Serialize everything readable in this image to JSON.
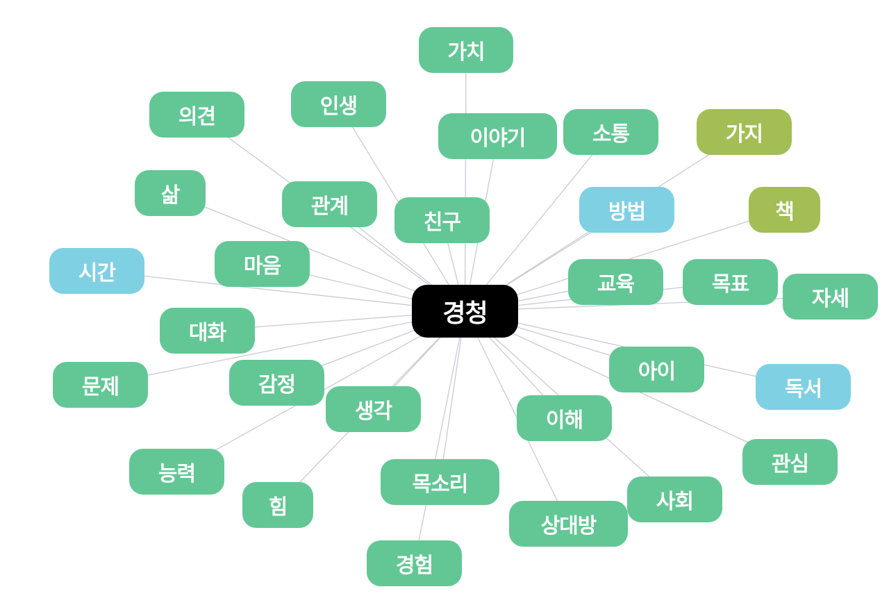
{
  "colors": {
    "center": "#000000",
    "green": "#62c795",
    "olive": "#a2be54",
    "blue": "#7fd0e3",
    "link": "#c9c9d6"
  },
  "center": {
    "id": "center",
    "label": "경청",
    "color": "center"
  },
  "nodes": [
    {
      "id": "n1",
      "label": "가치",
      "color": "green"
    },
    {
      "id": "n2",
      "label": "의견",
      "color": "green"
    },
    {
      "id": "n3",
      "label": "인생",
      "color": "green"
    },
    {
      "id": "n4",
      "label": "이야기",
      "color": "green"
    },
    {
      "id": "n5",
      "label": "소통",
      "color": "green"
    },
    {
      "id": "n6",
      "label": "가지",
      "color": "olive"
    },
    {
      "id": "n7",
      "label": "삶",
      "color": "green"
    },
    {
      "id": "n8",
      "label": "관계",
      "color": "green"
    },
    {
      "id": "n9",
      "label": "친구",
      "color": "green"
    },
    {
      "id": "n10",
      "label": "방법",
      "color": "blue"
    },
    {
      "id": "n11",
      "label": "책",
      "color": "olive"
    },
    {
      "id": "n12",
      "label": "시간",
      "color": "blue"
    },
    {
      "id": "n13",
      "label": "마음",
      "color": "green"
    },
    {
      "id": "n14",
      "label": "교육",
      "color": "green"
    },
    {
      "id": "n15",
      "label": "목표",
      "color": "green"
    },
    {
      "id": "n16",
      "label": "자세",
      "color": "green"
    },
    {
      "id": "n17",
      "label": "대화",
      "color": "green"
    },
    {
      "id": "n18",
      "label": "문제",
      "color": "green"
    },
    {
      "id": "n19",
      "label": "감정",
      "color": "green"
    },
    {
      "id": "n20",
      "label": "아이",
      "color": "green"
    },
    {
      "id": "n21",
      "label": "독서",
      "color": "blue"
    },
    {
      "id": "n22",
      "label": "생각",
      "color": "green"
    },
    {
      "id": "n23",
      "label": "이해",
      "color": "green"
    },
    {
      "id": "n24",
      "label": "능력",
      "color": "green"
    },
    {
      "id": "n25",
      "label": "관심",
      "color": "green"
    },
    {
      "id": "n26",
      "label": "목소리",
      "color": "green"
    },
    {
      "id": "n27",
      "label": "힘",
      "color": "green"
    },
    {
      "id": "n28",
      "label": "사회",
      "color": "green"
    },
    {
      "id": "n29",
      "label": "상대방",
      "color": "green"
    },
    {
      "id": "n30",
      "label": "경험",
      "color": "green"
    }
  ],
  "edges": [
    [
      "center",
      "n1"
    ],
    [
      "center",
      "n2"
    ],
    [
      "center",
      "n3"
    ],
    [
      "center",
      "n4"
    ],
    [
      "center",
      "n5"
    ],
    [
      "center",
      "n6"
    ],
    [
      "center",
      "n7"
    ],
    [
      "center",
      "n8"
    ],
    [
      "center",
      "n9"
    ],
    [
      "center",
      "n10"
    ],
    [
      "center",
      "n11"
    ],
    [
      "center",
      "n12"
    ],
    [
      "center",
      "n13"
    ],
    [
      "center",
      "n14"
    ],
    [
      "center",
      "n15"
    ],
    [
      "center",
      "n16"
    ],
    [
      "center",
      "n17"
    ],
    [
      "center",
      "n18"
    ],
    [
      "center",
      "n19"
    ],
    [
      "center",
      "n20"
    ],
    [
      "center",
      "n21"
    ],
    [
      "center",
      "n22"
    ],
    [
      "center",
      "n23"
    ],
    [
      "center",
      "n24"
    ],
    [
      "center",
      "n25"
    ],
    [
      "center",
      "n26"
    ],
    [
      "center",
      "n27"
    ],
    [
      "center",
      "n28"
    ],
    [
      "center",
      "n29"
    ],
    [
      "center",
      "n30"
    ]
  ]
}
